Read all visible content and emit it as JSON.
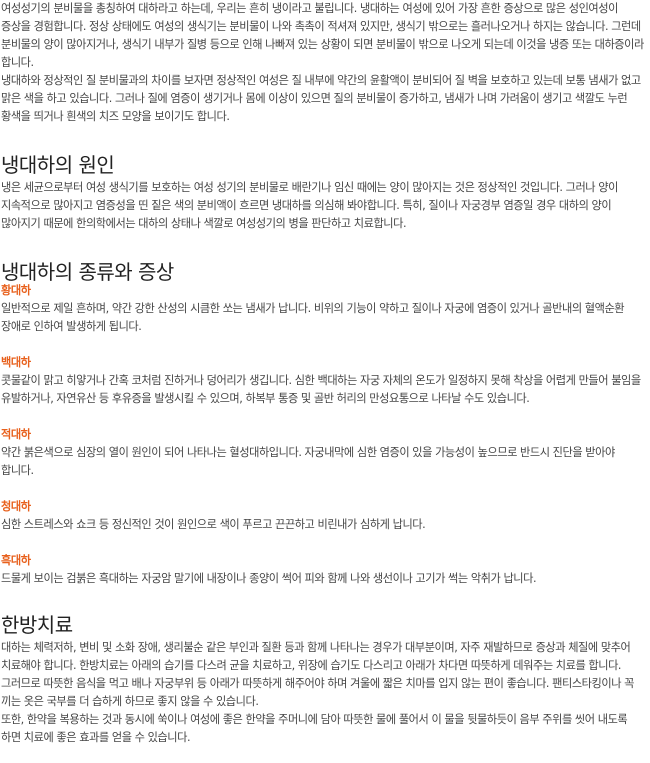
{
  "intro": {
    "p1": "여성성기의 분비물을 총칭하여 대하라고 하는데, 우리는 흔히 냉이라고 불립니다. 냉대하는 여성에 있어 가장 흔한 증상으로 많은 성인여성이 증상을 경험합니다. 정상 상태에도 여성의 생식기는 분비물이 나와 촉촉이 적셔져 있지만, 생식기 밖으로는 흘러나오거나 하지는 않습니다. 그런데 분비물의 양이 많아지거나, 생식기 내부가 질병 등으로 인해 나빠져 있는 상황이 되면 분비물이 밖으로 나오게 되는데 이것을 냉증 또는 대하증이라 합니다.",
    "p2": "냉대하와 정상적인 질 분비물과의 차이를 보자면 정상적인 여성은 질 내부에 약간의 윤활액이 분비되어 질 벽을 보호하고 있는데 보통 냄새가 없고 맑은 색을 하고 있습니다. 그러나 질에 염증이 생기거나 몸에 이상이 있으면 질의 분비물이 증가하고, 냄새가 나며 가려움이 생기고 색깔도 누런 황색을 띄거나 흰색의 치즈 모양을 보이기도 합니다."
  },
  "cause": {
    "title": "냉대하의 원인",
    "body": "냉은 세균으로부터 여성 생식기를 보호하는 여성 성기의 분비물로 배란기나 임신 때에는 양이 많아지는 것은 정상적인 것입니다. 그러나 양이 지속적으로 많아지고 염증성을 띤 짙은 색의 분비액이 흐르면 냉대하를 의심해 봐야합니다. 특히, 질이나 자궁경부 염증일 경우 대하의 양이 많아지기 때문에 한의학에서는 대하의 상태나 색깔로 여성성기의 병을 판단하고 치료합니다."
  },
  "types": {
    "title": "냉대하의 종류와 증상",
    "items": [
      {
        "name": "황대하",
        "desc": "일반적으로 제일 흔하며, 약간 강한 산성의 시큼한 쏘는 냄새가 납니다. 비위의 기능이 약하고 질이나 자궁에 염증이 있거나 골반내의 혈액순환 장애로 인하여 발생하게 됩니다."
      },
      {
        "name": "백대하",
        "desc": "콧물같이 맑고 히얗거나 간혹 코처럼 진하거나 덩어리가 생깁니다. 심한 백대하는 자궁 자체의 온도가 일정하지 못해 착상을 어렵게 만들어 불임을 유발하거나, 자연유산 등 후유증을 발생시킬 수 있으며, 하복부 통증 및 골반 허리의 만성요통으로 나타날 수도 있습니다."
      },
      {
        "name": "적대하",
        "desc": "약간 붉은색으로 심장의 열이 원인이 되어 나타나는 혈성대하입니다. 자궁내막에 심한 염증이 있을 가능성이 높으므로 반드시 진단을 받아야 합니다."
      },
      {
        "name": "청대하",
        "desc": "심한 스트레스와 쇼크 등 정신적인 것이 원인으로 색이 푸르고 끈끈하고 비린내가 심하게 납니다."
      },
      {
        "name": "흑대하",
        "desc": "드물게 보이는 검붉은 흑대하는 자궁암 말기에 내장이나 종양이 썩어 피와 함께 나와 생선이나 고기가 썩는 악취가 납니다."
      }
    ]
  },
  "treatment": {
    "title": "한방치료",
    "p1": "대하는 체력저하, 변비 및 소화 장애, 생리불순 같은 부인과 질환 등과 함께 나타나는 경우가 대부분이며, 자주 재발하므로 증상과 체질에 맞추어 치료해야 합니다. 한방치료는 아래의 습기를 다스려 균을 치료하고, 위장에 습기도 다스리고 아래가 차다면 따뜻하게 데워주는 치료를 합니다. 그러므로 따뜻한 음식을 먹고 배나 자궁부위 등 아래가 따뜻하게 해주어야 하며 겨울에 짧은 치마를 입지 않는 편이 좋습니다. 팬티스타킹이나 꼭 끼는 옷은 국부를 더 습하게 하므로 좋지 않을 수 있습니다.",
    "p2": "또한, 한약을 복용하는 것과 동시에 쑥이나 여성에 좋은 한약을 주머니에 담아 따뜻한 물에 풀어서 이 물을 뒷물하듯이 음부 주위를 씻어 내도록 하면 치료에 좋은 효과를 얻을 수 있습니다."
  }
}
